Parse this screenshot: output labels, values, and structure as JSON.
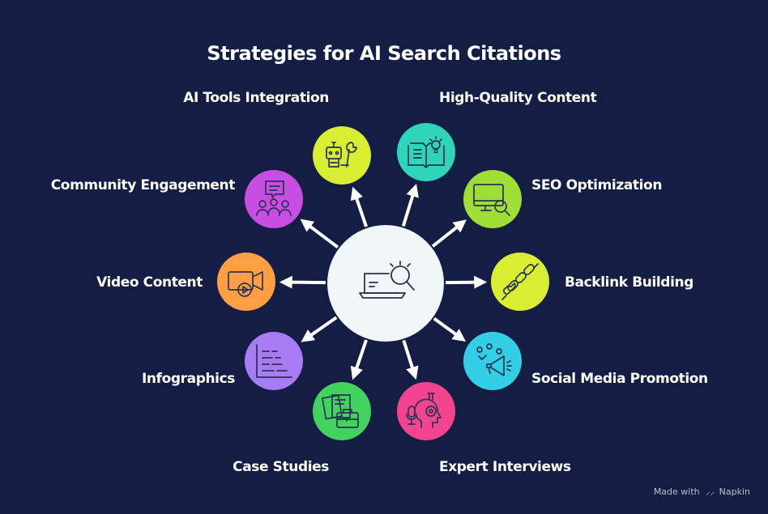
{
  "title": "Strategies for AI Search Citations",
  "hub": {
    "icon": "laptop-search-icon",
    "color": "#f1f6f9"
  },
  "strategies": [
    {
      "label": "AI Tools Integration",
      "icon": "robot-wrench-icon",
      "color": "#d8ee32"
    },
    {
      "label": "High-Quality Content",
      "icon": "book-lightbulb-icon",
      "color": "#2fd5ba"
    },
    {
      "label": "SEO Optimization",
      "icon": "monitor-search-icon",
      "color": "#9fde34"
    },
    {
      "label": "Backlink Building",
      "icon": "chain-link-icon",
      "color": "#d8ee32"
    },
    {
      "label": "Social Media Promotion",
      "icon": "megaphone-icon",
      "color": "#32cfe6"
    },
    {
      "label": "Expert Interviews",
      "icon": "microphone-head-icon",
      "color": "#f5448e"
    },
    {
      "label": "Case Studies",
      "icon": "briefcase-documents-icon",
      "color": "#42d35e"
    },
    {
      "label": "Infographics",
      "icon": "chart-icon",
      "color": "#a87cf5"
    },
    {
      "label": "Video Content",
      "icon": "video-camera-icon",
      "color": "#ff9f43"
    },
    {
      "label": "Community Engagement",
      "icon": "people-chat-icon",
      "color": "#c94de3"
    }
  ],
  "watermark": {
    "prefix": "Made with",
    "brand": "Napkin"
  }
}
